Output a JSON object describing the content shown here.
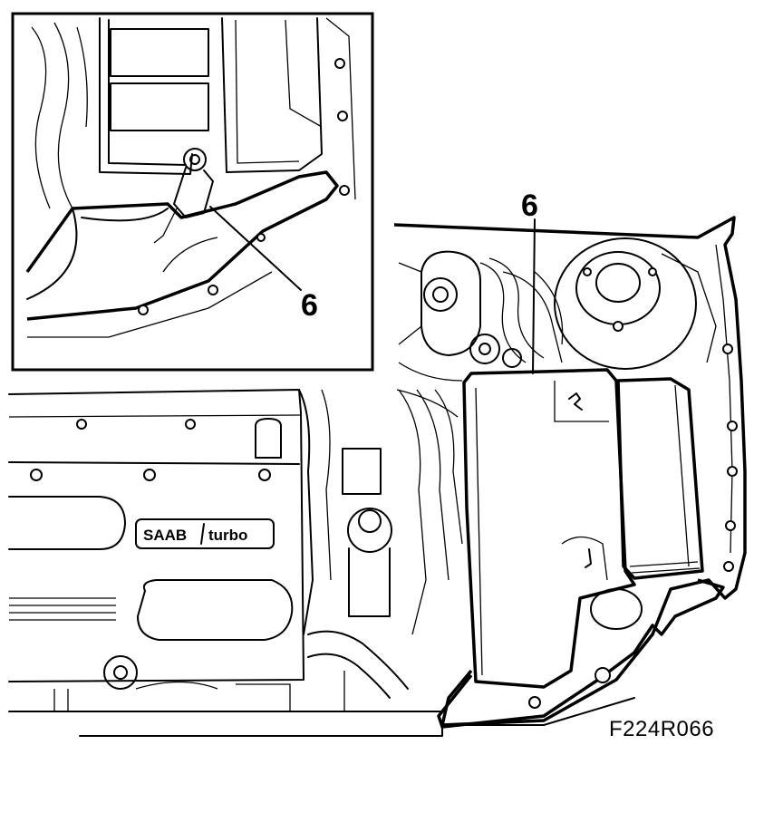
{
  "callouts": {
    "inset_label": "6",
    "main_label": "6"
  },
  "figure_code": "F224R066",
  "engine_cover": {
    "brand_left": "SAAB",
    "brand_right": "turbo"
  },
  "colors": {
    "ink": "#000000",
    "paper": "#ffffff"
  }
}
